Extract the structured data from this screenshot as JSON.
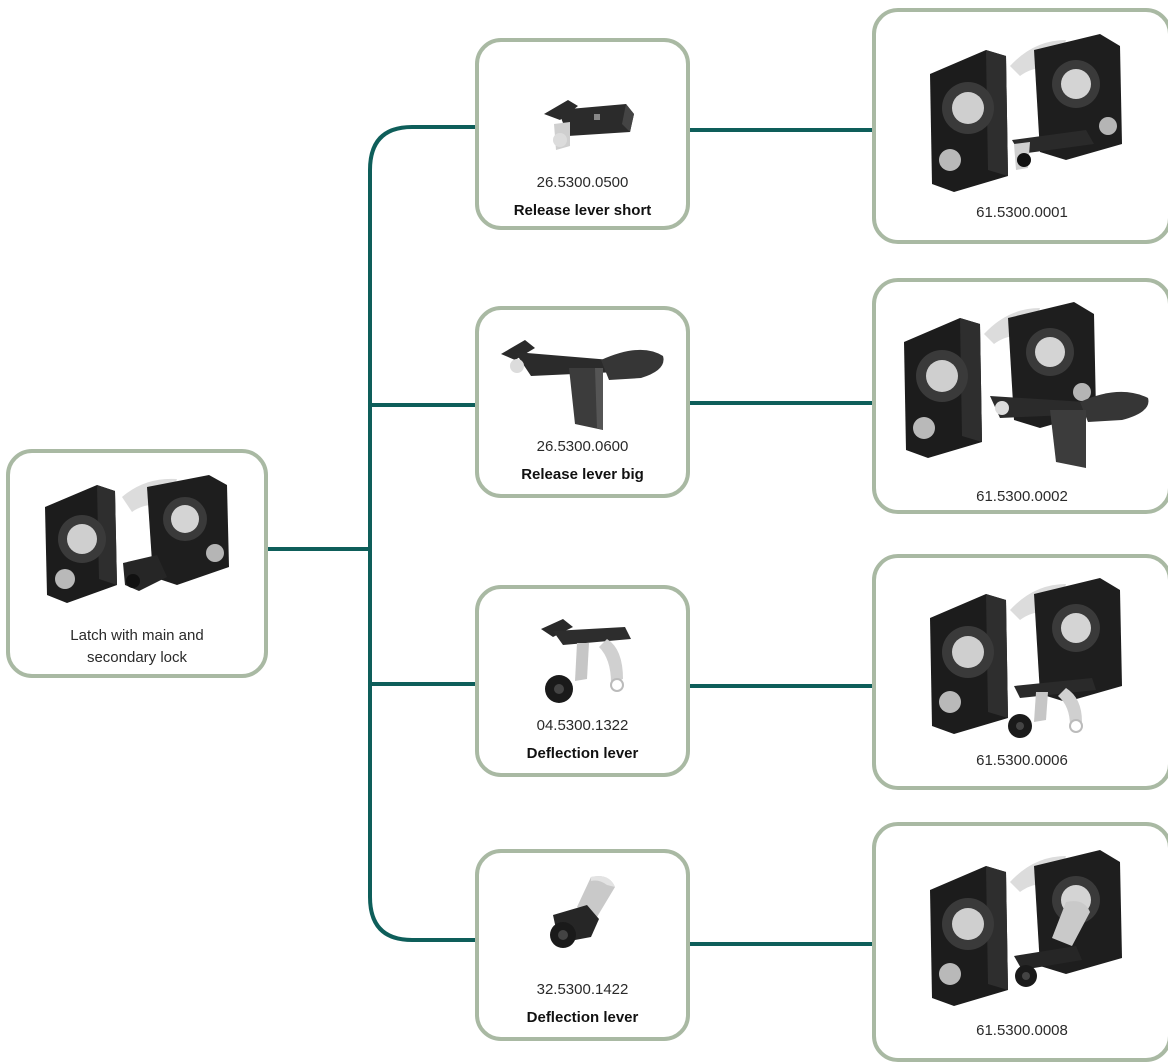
{
  "colors": {
    "connector": "#0e5e5a",
    "card_border": "#a9b9a3"
  },
  "root": {
    "label_line1": "Latch with main and",
    "label_line2": "secondary lock",
    "image": "latch-main-secondary-lock"
  },
  "parts": [
    {
      "code": "26.5300.0500",
      "name": "Release lever short",
      "image": "release-lever-short"
    },
    {
      "code": "26.5300.0600",
      "name": "Release lever big",
      "image": "release-lever-big"
    },
    {
      "code": "04.5300.1322",
      "name": "Deflection lever",
      "image": "deflection-lever-wheel"
    },
    {
      "code": "32.5300.1422",
      "name": "Deflection lever",
      "image": "deflection-lever-flag"
    }
  ],
  "results": [
    {
      "code": "61.5300.0001",
      "image": "latch-with-release-lever-short"
    },
    {
      "code": "61.5300.0002",
      "image": "latch-with-release-lever-big"
    },
    {
      "code": "61.5300.0006",
      "image": "latch-with-deflection-lever-wheel"
    },
    {
      "code": "61.5300.0008",
      "image": "latch-with-deflection-lever-flag"
    }
  ]
}
